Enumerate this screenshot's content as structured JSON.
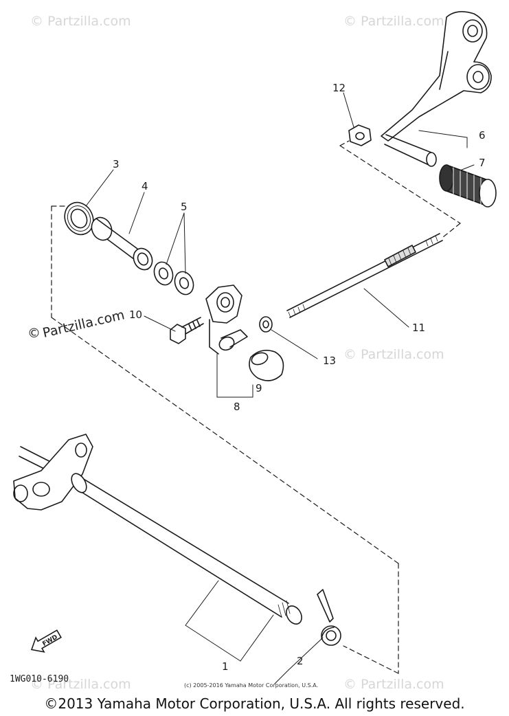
{
  "watermarks": {
    "text": "© Partzilla.com",
    "center_text": "Partzilla.com",
    "center_symbol": "©"
  },
  "callouts": {
    "c1": "1",
    "c2": "2",
    "c3": "3",
    "c4": "4",
    "c5": "5",
    "c6": "6",
    "c7": "7",
    "c8": "8",
    "c9": "9",
    "c10": "10",
    "c11": "11",
    "c12": "12",
    "c13": "13"
  },
  "fwd_label": "FWD",
  "diagram_code": "1WG010-6190",
  "small_copyright": "(c) 2005-2016 Yamaha Motor Corporation, U.S.A.",
  "footer": "©2013 Yamaha Motor Corporation, U.S.A. All rights reserved."
}
